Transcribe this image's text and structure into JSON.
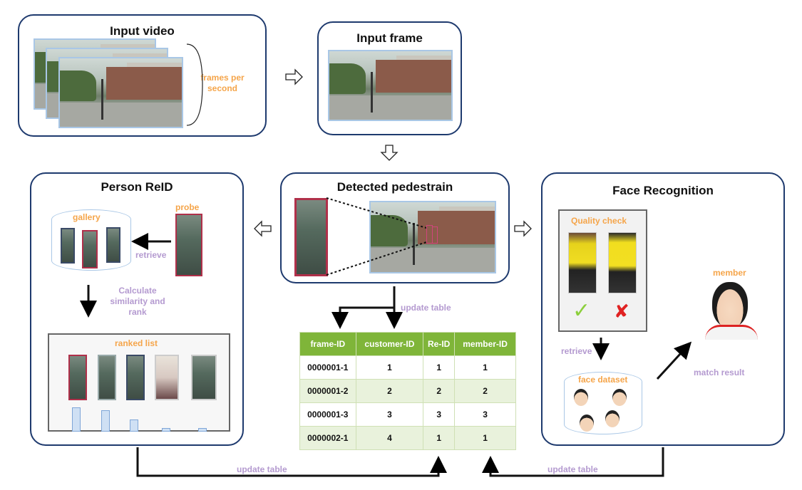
{
  "input_video": {
    "title": "Input video",
    "fps_label": "frames per\nsecond"
  },
  "input_frame": {
    "title": "Input frame"
  },
  "detected": {
    "title": "Detected pedestrain"
  },
  "reid": {
    "title": "Person ReID",
    "gallery_label": "gallery",
    "probe_label": "probe",
    "retrieve_label": "retrieve",
    "calc_label": "Calculate\nsimilarity and\nrank",
    "ranked_label": "ranked list",
    "bar_values": [
      0.9,
      0.78,
      0.45,
      0.12,
      0.12
    ]
  },
  "face": {
    "title": "Face Recognition",
    "quality_label": "Quality check",
    "retrieve_label": "retrieve",
    "dataset_label": "face dataset",
    "member_label": "member",
    "match_label": "match result"
  },
  "update_table_labels": {
    "top": "update table",
    "left": "update table",
    "right": "update table"
  },
  "table": {
    "headers": [
      "frame-ID",
      "customer-ID",
      "Re-ID",
      "member-ID"
    ],
    "rows": [
      [
        "0000001-1",
        "1",
        "1",
        "1"
      ],
      [
        "0000001-2",
        "2",
        "2",
        "2"
      ],
      [
        "0000001-3",
        "3",
        "3",
        "3"
      ],
      [
        "0000002-1",
        "4",
        "1",
        "1"
      ]
    ]
  },
  "colors": {
    "panel_border": "#1e3a6e",
    "orange": "#f5a54a",
    "purple": "#b49ad0",
    "table_header": "#7fb539",
    "row_alt": "#e9f2dc"
  }
}
